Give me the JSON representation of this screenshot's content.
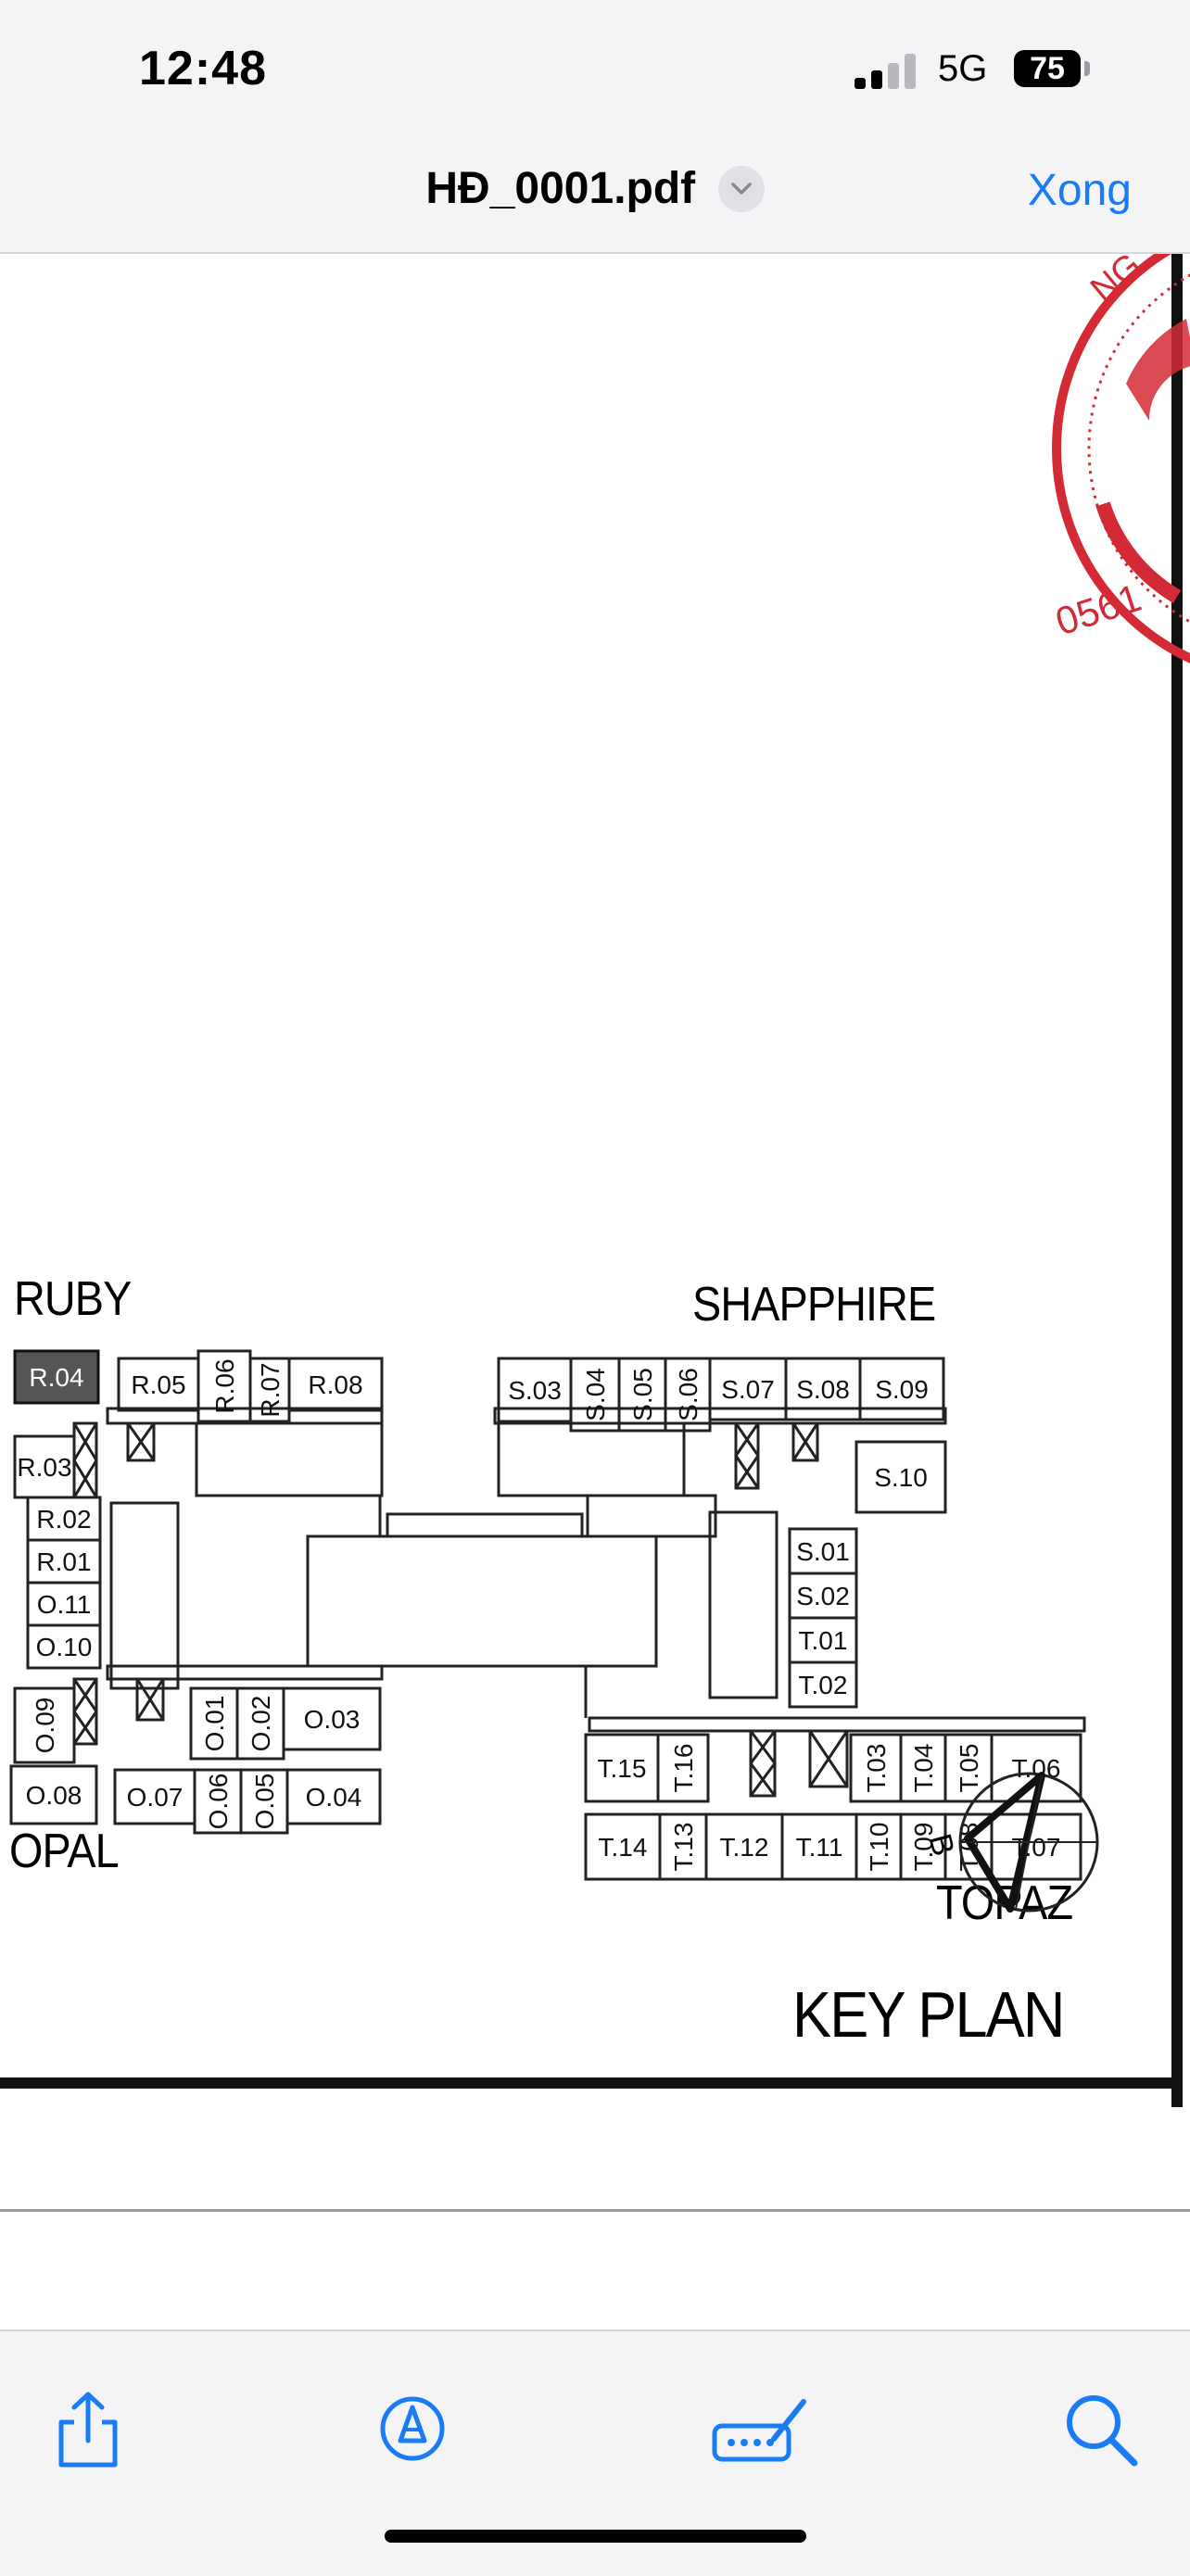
{
  "status_bar": {
    "time": "12:48",
    "network": "5G",
    "battery": "75",
    "icons": [
      "cellular-signal-icon",
      "battery-icon"
    ]
  },
  "nav_bar": {
    "title": "HĐ_0001.pdf",
    "done_label": "Xong",
    "icons": [
      "chevron-down-icon"
    ],
    "accent_color": "#1a7cf5"
  },
  "document": {
    "seal_text": "0561",
    "seal_partial_text": "NG",
    "zones": {
      "ruby": "RUBY",
      "shapphire": "SHAPPHIRE",
      "opal": "OPAL",
      "topaz": "TOPAZ"
    },
    "compass_label": "B",
    "key_plan_title": "KEY PLAN",
    "highlighted_unit": "R.04",
    "units": {
      "ruby": [
        "R.04",
        "R.05",
        "R.06",
        "R.07",
        "R.08",
        "R.03",
        "R.02",
        "R.01"
      ],
      "opal": [
        "O.11",
        "O.10",
        "O.09",
        "O.08",
        "O.07",
        "O.06",
        "O.05",
        "O.04",
        "O.01",
        "O.02",
        "O.03"
      ],
      "shapphire": [
        "S.03",
        "S.04",
        "S.05",
        "S.06",
        "S.07",
        "S.08",
        "S.09",
        "S.10",
        "S.01",
        "S.02"
      ],
      "topaz": [
        "T.01",
        "T.02",
        "T.15",
        "T.16",
        "T.03",
        "T.04",
        "T.05",
        "T.06",
        "T.14",
        "T.13",
        "T.12",
        "T.11",
        "T.10",
        "T.09",
        "T.08",
        "T.07"
      ]
    },
    "seal_color": "#d42a35"
  },
  "toolbar": {
    "icons": [
      "share-icon",
      "markup-icon",
      "signature-icon",
      "search-icon"
    ],
    "accent_color": "#1a7cf5"
  }
}
